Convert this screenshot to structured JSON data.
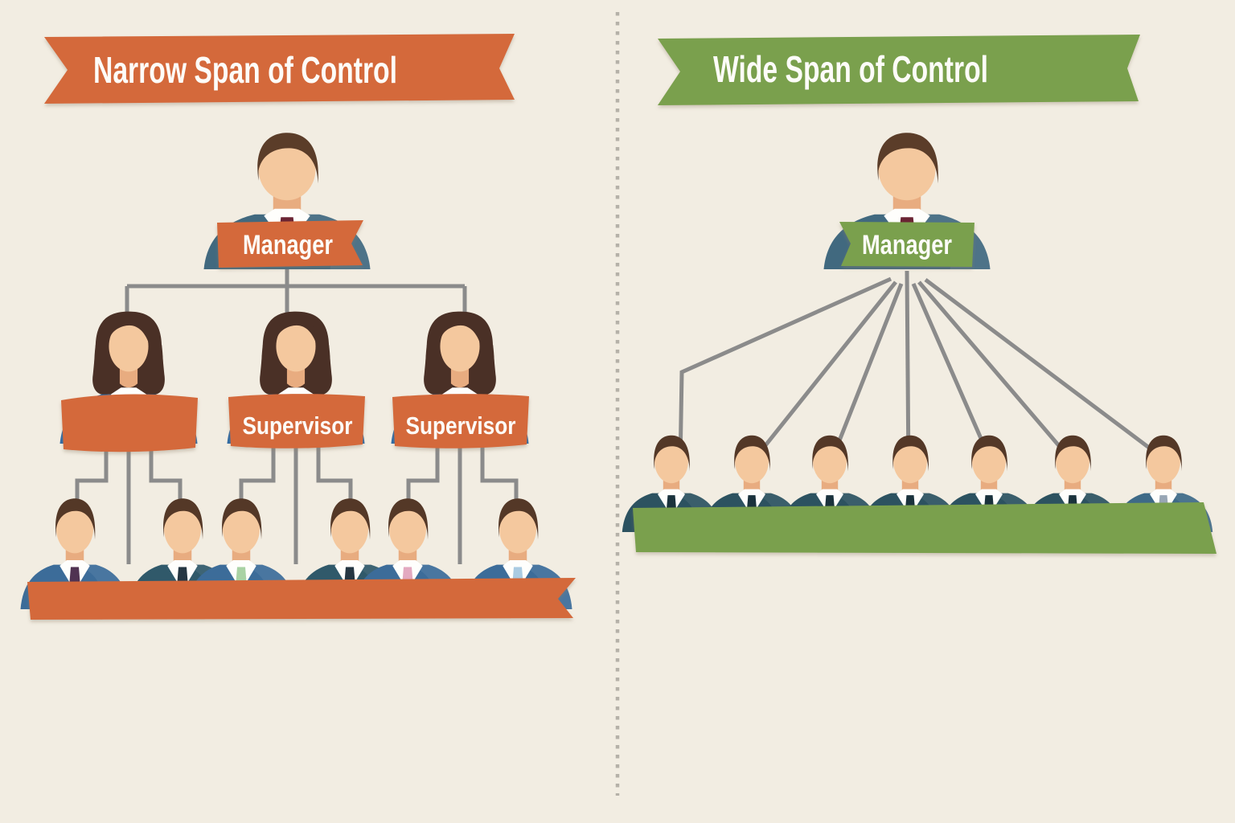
{
  "colors": {
    "background": "#f2ede2",
    "orange": "#d4693a",
    "green": "#7aa04d",
    "connector": "#8b8b8b",
    "divider": "#b5b1a8"
  },
  "left_panel": {
    "title": "Narrow Span of Control",
    "manager_label": "Manager",
    "supervisors": [
      {
        "label": ""
      },
      {
        "label": "Supervisor"
      },
      {
        "label": "Supervisor"
      }
    ],
    "employee_count": 6
  },
  "right_panel": {
    "title": "Wide Span of Control",
    "manager_label": "Manager",
    "employee_count": 7
  }
}
